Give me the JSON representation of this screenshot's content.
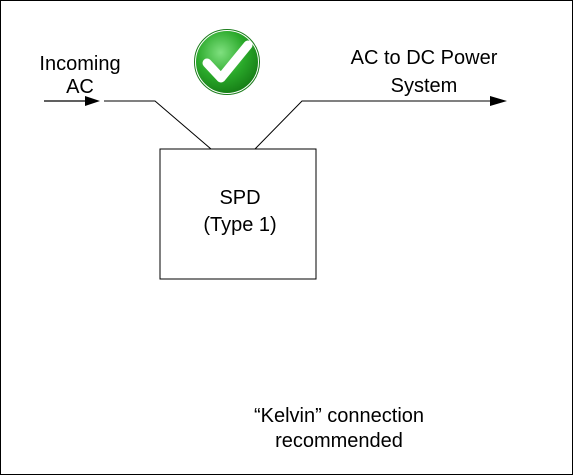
{
  "labels": {
    "incoming_line1": "Incoming",
    "incoming_line2": "AC",
    "output_line1": "AC to DC Power",
    "output_line2": "System",
    "spd_line1": "SPD",
    "spd_line2": "(Type 1)",
    "note_line1": "“Kelvin” connection",
    "note_line2": "recommended"
  },
  "status_icon": {
    "name": "checkmark-icon",
    "meaning": "approved",
    "color": "#2aa92a",
    "check_color": "#ffffff"
  },
  "colors": {
    "frame": "#000000",
    "wire": "#000000",
    "text": "#000000",
    "background": "#ffffff"
  }
}
